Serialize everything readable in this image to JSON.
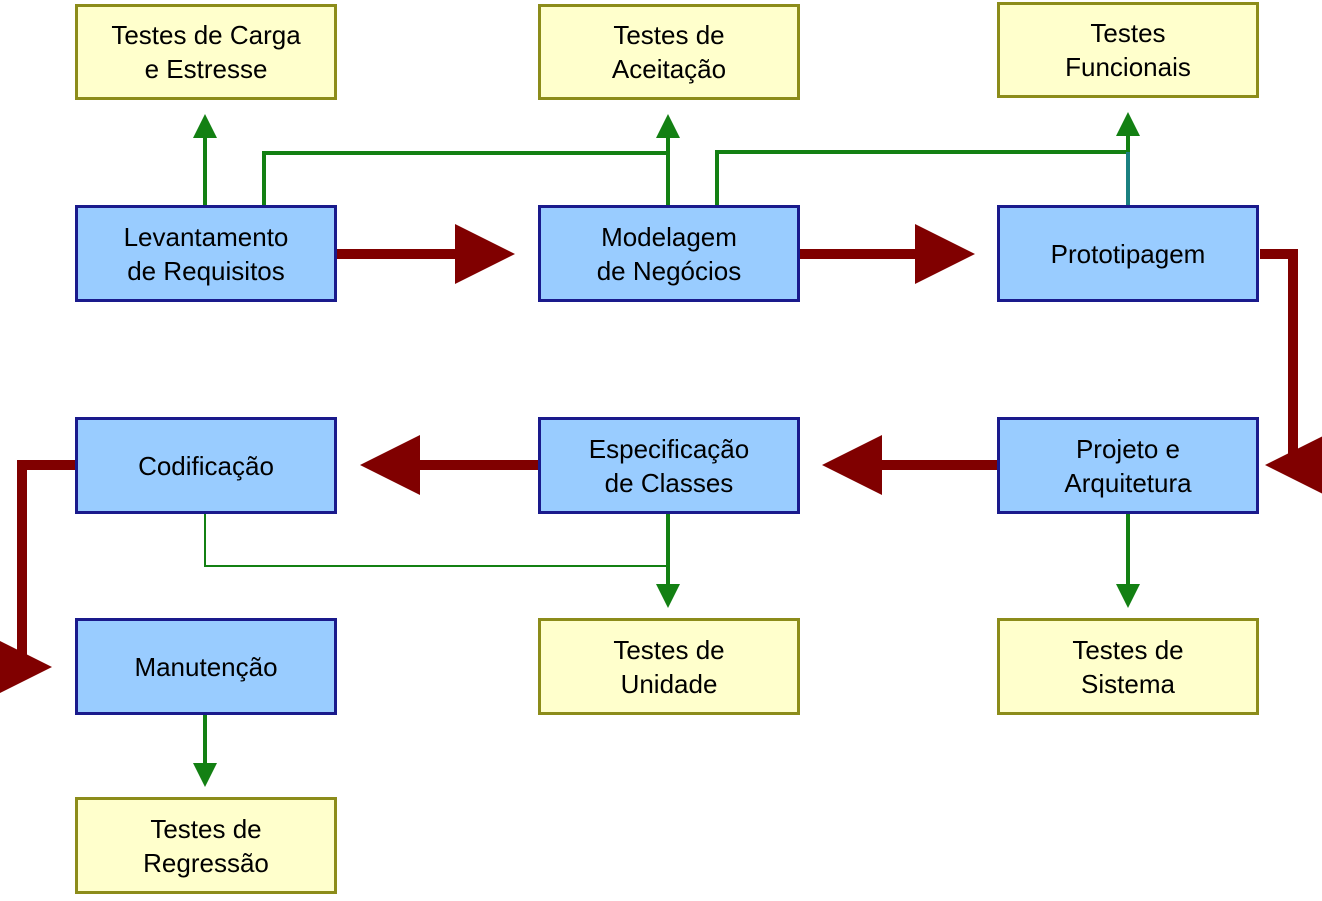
{
  "colors": {
    "phase_fill": "#99ccff",
    "phase_border": "#1a1a8c",
    "test_fill": "#ffffcc",
    "test_border": "#8c8c1a",
    "flow_arrow": "#800000",
    "test_arrow": "#138013",
    "teal_segment": "#1a8080"
  },
  "phases": {
    "levantamento": "Levantamento\nde Requisitos",
    "modelagem": "Modelagem\nde Negócios",
    "prototipagem": "Prototipagem",
    "projeto": "Projeto e\nArquitetura",
    "especificacao": "Especificação\nde Classes",
    "codificacao": "Codificação",
    "manutencao": "Manutenção"
  },
  "tests": {
    "carga": "Testes de Carga\ne Estresse",
    "aceitacao": "Testes de\nAceitação",
    "funcionais": "Testes\nFuncionais",
    "unidade": "Testes de\nUnidade",
    "sistema": "Testes de\nSistema",
    "regressao": "Testes de\nRegressão"
  }
}
